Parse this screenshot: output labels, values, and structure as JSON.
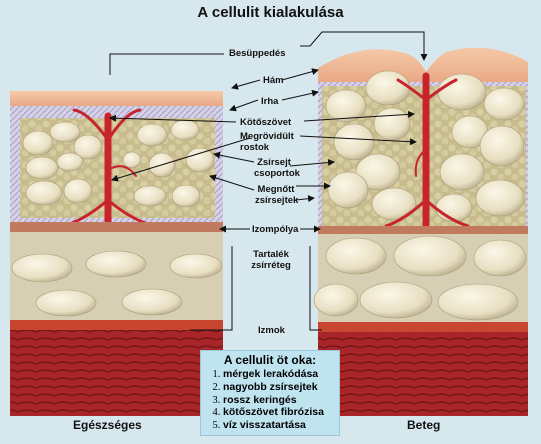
{
  "title": "A cellulit kialakulása",
  "labels": {
    "besuppedes": "Besüppedés",
    "ham": "Hám",
    "irha": "Irha",
    "kotoszovet": "Kötőszövet",
    "megrovidult_1": "Megrövidült",
    "megrovidult_2": "rostok",
    "zsirsejt_1": "Zsírsejt",
    "zsirsejt_2": "csoportok",
    "megnott_1": "Megnőtt",
    "megnott_2": "zsírsejtek",
    "izompolya": "Izompólya",
    "tartalek_1": "Tartalék",
    "tartalek_2": "zsírréteg",
    "izmok": "Izmok"
  },
  "causes": {
    "heading": "A cellulit öt oka:",
    "items": [
      "mérgek lerakódása",
      "nagyobb zsírsejtek",
      "rossz keringés",
      "kötőszövet fibrózisa",
      "víz visszatartása"
    ]
  },
  "panels": {
    "left_caption": "Egészséges",
    "right_caption": "Beteg"
  },
  "colors": {
    "background": "#d6e8ee",
    "skin": "#efb998",
    "fat_cell": "#ebe3c9",
    "fiber": "#c8242c",
    "muscle": "#a8262a",
    "reserve_fat": "#d7cfb3"
  }
}
